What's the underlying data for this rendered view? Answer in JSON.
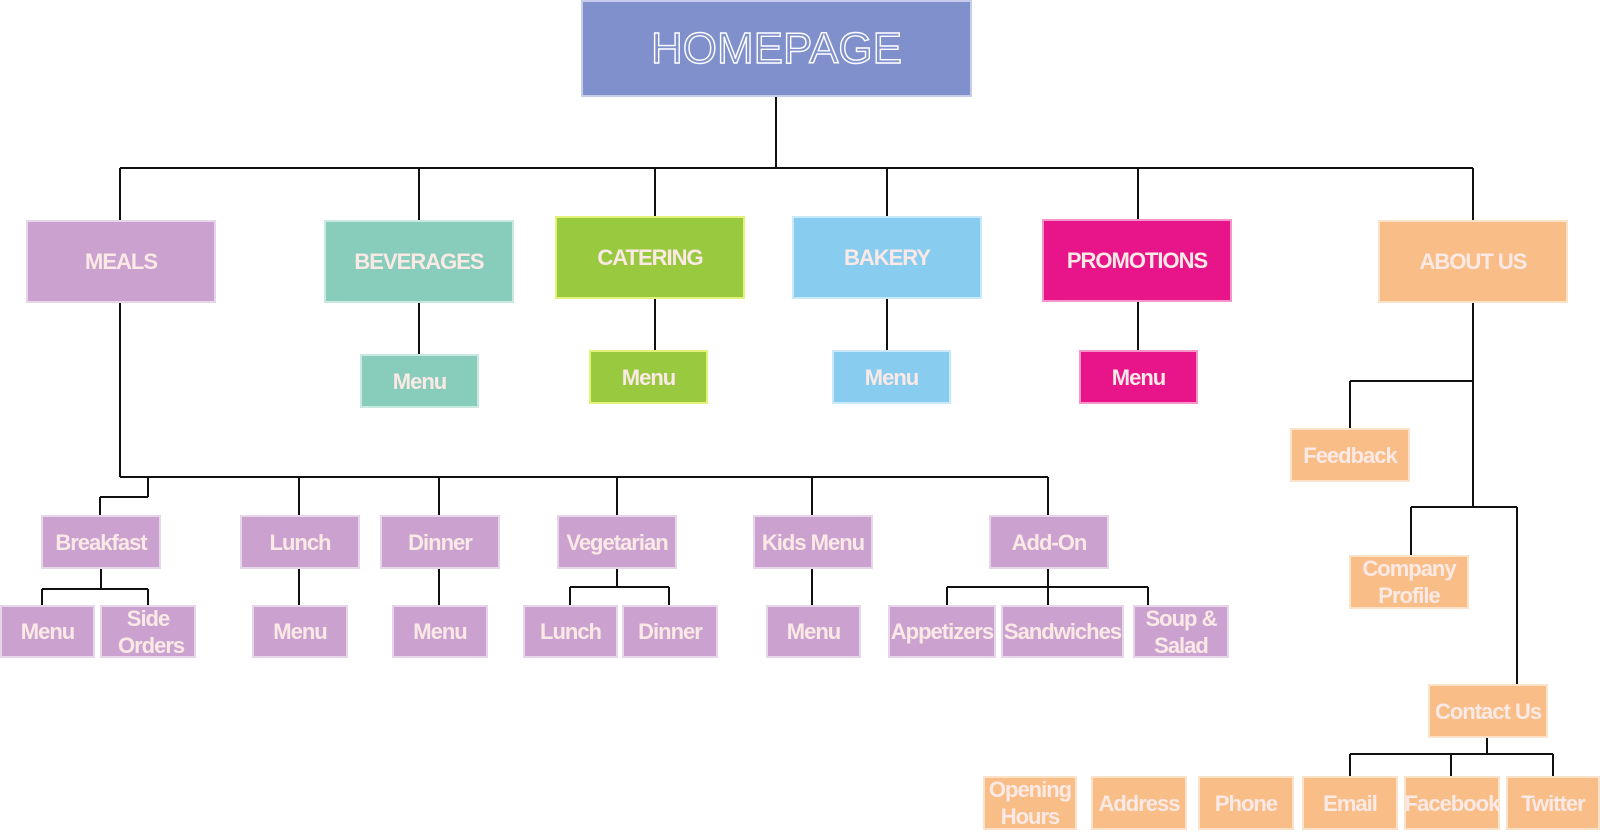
{
  "colors": {
    "homepage": "#8090cc",
    "meals": "#cba2cf",
    "beverages": "#88cdbb",
    "catering": "#99c93f",
    "bakery": "#88ccf0",
    "promotions": "#e8158a",
    "about_us": "#f9be88",
    "label_text": "#fbe9e6"
  },
  "root": {
    "label": "HOMEPAGE"
  },
  "categories": {
    "meals": "MEALS",
    "beverages": "BEVERAGES",
    "catering": "CATERING",
    "bakery": "BAKERY",
    "promotions": "PROMOTIONS",
    "about_us": "ABOUT US"
  },
  "sub_menus": {
    "beverages": "Menu",
    "catering": "Menu",
    "bakery": "Menu",
    "promotions": "Menu"
  },
  "meals": {
    "breakfast": {
      "label": "Breakfast",
      "children": [
        "Menu",
        "Side Orders"
      ]
    },
    "lunch": {
      "label": "Lunch",
      "children": [
        "Menu"
      ]
    },
    "dinner": {
      "label": "Dinner",
      "children": [
        "Menu"
      ]
    },
    "vegetarian": {
      "label": "Vegetarian",
      "children": [
        "Lunch",
        "Dinner"
      ]
    },
    "kids_menu": {
      "label": "Kids Menu",
      "children": [
        "Menu"
      ]
    },
    "add_on": {
      "label": "Add-On",
      "children": [
        "Appetizers",
        "Sandwiches",
        "Soup & Salad"
      ]
    }
  },
  "about": {
    "feedback": "Feedback",
    "company_profile": "Company Profile",
    "contact_us": "Contact Us",
    "contact_children": [
      "Opening Hours",
      "Address",
      "Phone",
      "Email",
      "Facebook",
      "Twitter"
    ]
  }
}
